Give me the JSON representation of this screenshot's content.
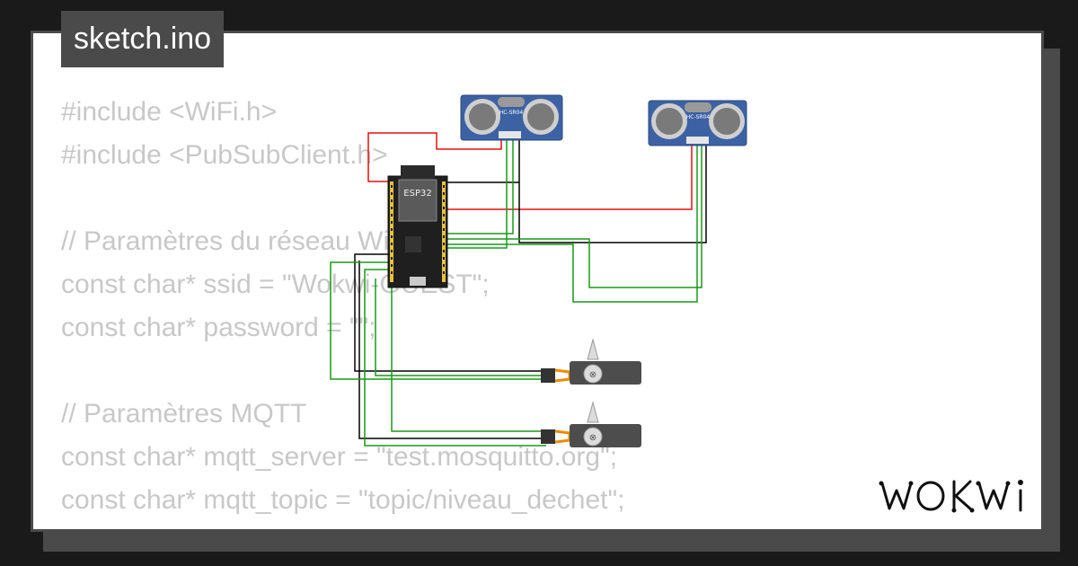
{
  "header": {
    "filename": "sketch.ino"
  },
  "code_lines": [
    "#include <WiFi.h>",
    "#include <PubSubClient.h>",
    "",
    "// Paramètres du réseau WiFi",
    "const char* ssid = \"Wokwi-GUEST\";",
    "const char* password = \"\";",
    "",
    "// Paramètres MQTT",
    "const char* mqtt_server = \"test.mosquitto.org\";",
    "const char* mqtt_topic = \"topic/niveau_dechet\";"
  ],
  "diagram": {
    "board_label": "ESP32",
    "sensor_label": "HC-SR04",
    "colors": {
      "wire_red": "#e01010",
      "wire_black": "#000000",
      "wire_green": "#189a18",
      "sensor_blue": "#3d62a3",
      "servo_body": "#4d4d4d",
      "servo_orange": "#f08a00"
    }
  },
  "brand": {
    "logo_text": "WOKWi"
  }
}
